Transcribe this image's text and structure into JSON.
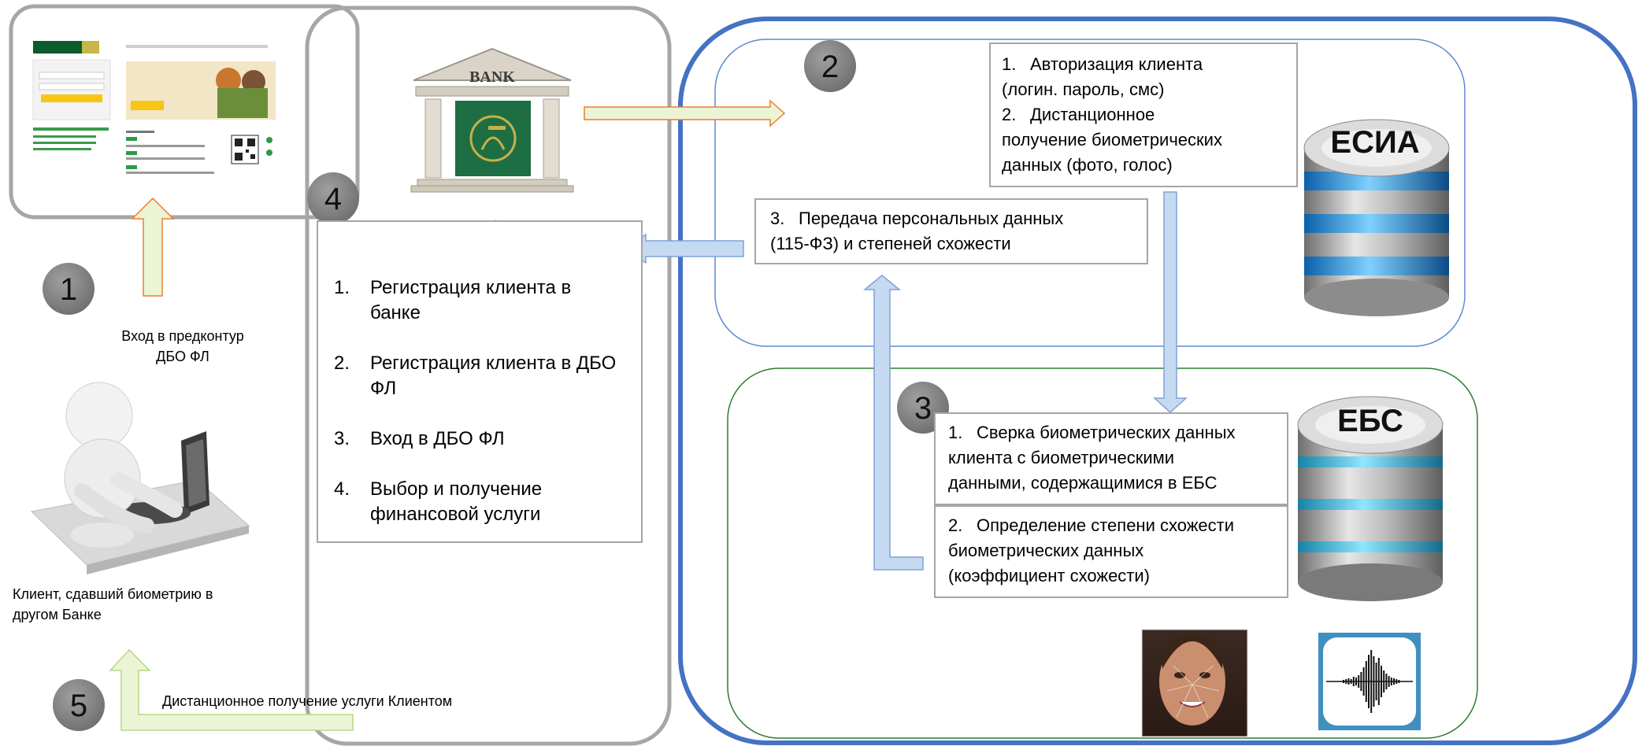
{
  "steps": {
    "step1": "1",
    "step2": "2",
    "step3": "3",
    "step4": "4",
    "step5": "5"
  },
  "bank_icon_label": "BANK",
  "login_caption": {
    "line1": "Вход в предконтур",
    "line2": "ДБО ФЛ"
  },
  "client_caption": {
    "line1": "Клиент, сдавший биометрию в",
    "line2": "другом Банке"
  },
  "service_caption": "Дистанционное получение услуги Клиентом",
  "esia": {
    "label": "ЕСИА",
    "items": [
      {
        "num": "1.",
        "lines": [
          "Авторизация клиента",
          "(логин. пароль, смс)"
        ]
      },
      {
        "num": "2.",
        "lines": [
          "Дистанционное",
          "получение биометрических",
          "данных (фото, голос)"
        ]
      }
    ],
    "transfer": {
      "num": "3.",
      "lines": [
        "Передача персональных данных",
        "(115-ФЗ) и степеней схожести"
      ]
    }
  },
  "ebs": {
    "label": "ЕБС",
    "check": {
      "num": "1.",
      "lines": [
        "Сверка биометрических данных",
        "клиента с биометрическими",
        "данными, содержащимися в ЕБС"
      ]
    },
    "similarity": {
      "num": "2.",
      "lines": [
        "Определение степени схожести",
        "биометрических данных",
        "(коэффициент схожести)"
      ]
    }
  },
  "registration": {
    "items": [
      {
        "num": "1.",
        "text": [
          "Регистрация клиента в",
          "банке"
        ]
      },
      {
        "num": "2.",
        "text": [
          "Регистрация клиента в ДБО",
          "ФЛ"
        ]
      },
      {
        "num": "3.",
        "text": [
          "Вход в ДБО ФЛ"
        ]
      },
      {
        "num": "4.",
        "text": [
          "Выбор и получение",
          "финансовой услуги"
        ]
      }
    ]
  },
  "colors": {
    "frame_gray": "#a6a6a6",
    "outer_blue": "#4472c4",
    "esia_blue": "#5b8bd0",
    "ebs_green": "#2e7d32",
    "arrow_blue_fill": "#c5d9f1",
    "arrow_blue_stroke": "#7ea3d6",
    "arrow_green_fill": "#ebf5d5",
    "arrow_orange_stroke": "#ed7d31",
    "badge_gray": "#7f7f7f",
    "bank_green": "#1e6e43",
    "star_yellow": "#ffff00"
  }
}
